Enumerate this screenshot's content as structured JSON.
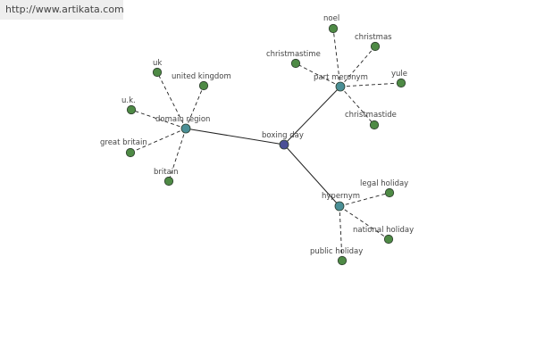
{
  "header": {
    "url": "http://www.artikata.com"
  },
  "graph": {
    "colors": {
      "center": "#4a4f96",
      "relation": "#4a8f96",
      "leaf": "#4e8a45",
      "stroke": "#2d3d2d",
      "edge": "#222222"
    },
    "nodes": [
      {
        "id": "boxing-day",
        "label": "boxing day",
        "kind": "center"
      },
      {
        "id": "domain-region",
        "label": "domain region",
        "kind": "relation"
      },
      {
        "id": "part-meronym",
        "label": "part meronym",
        "kind": "relation"
      },
      {
        "id": "hypernym",
        "label": "hypernym",
        "kind": "relation"
      },
      {
        "id": "uk",
        "label": "uk",
        "kind": "leaf"
      },
      {
        "id": "united-kingdom",
        "label": "united kingdom",
        "kind": "leaf"
      },
      {
        "id": "u-k",
        "label": "u.k.",
        "kind": "leaf"
      },
      {
        "id": "great-britain",
        "label": "great britain",
        "kind": "leaf"
      },
      {
        "id": "britain",
        "label": "britain",
        "kind": "leaf"
      },
      {
        "id": "noel",
        "label": "noel",
        "kind": "leaf"
      },
      {
        "id": "christmas",
        "label": "christmas",
        "kind": "leaf"
      },
      {
        "id": "christmastime",
        "label": "christmastime",
        "kind": "leaf"
      },
      {
        "id": "yule",
        "label": "yule",
        "kind": "leaf"
      },
      {
        "id": "christmastide",
        "label": "christmastide",
        "kind": "leaf"
      },
      {
        "id": "legal-holiday",
        "label": "legal holiday",
        "kind": "leaf"
      },
      {
        "id": "national-holiday",
        "label": "national holiday",
        "kind": "leaf"
      },
      {
        "id": "public-holiday",
        "label": "public holiday",
        "kind": "leaf"
      }
    ],
    "edges": [
      {
        "from": "boxing-day",
        "to": "domain-region",
        "style": "solid"
      },
      {
        "from": "boxing-day",
        "to": "part-meronym",
        "style": "solid"
      },
      {
        "from": "boxing-day",
        "to": "hypernym",
        "style": "solid"
      },
      {
        "from": "domain-region",
        "to": "uk",
        "style": "dashed"
      },
      {
        "from": "domain-region",
        "to": "united-kingdom",
        "style": "dashed"
      },
      {
        "from": "domain-region",
        "to": "u-k",
        "style": "dashed"
      },
      {
        "from": "domain-region",
        "to": "great-britain",
        "style": "dashed"
      },
      {
        "from": "domain-region",
        "to": "britain",
        "style": "dashed"
      },
      {
        "from": "part-meronym",
        "to": "noel",
        "style": "dashed"
      },
      {
        "from": "part-meronym",
        "to": "christmas",
        "style": "dashed"
      },
      {
        "from": "part-meronym",
        "to": "christmastime",
        "style": "dashed"
      },
      {
        "from": "part-meronym",
        "to": "yule",
        "style": "dashed"
      },
      {
        "from": "part-meronym",
        "to": "christmastide",
        "style": "dashed"
      },
      {
        "from": "hypernym",
        "to": "legal-holiday",
        "style": "dashed"
      },
      {
        "from": "hypernym",
        "to": "national-holiday",
        "style": "dashed"
      },
      {
        "from": "hypernym",
        "to": "public-holiday",
        "style": "dashed"
      }
    ]
  }
}
